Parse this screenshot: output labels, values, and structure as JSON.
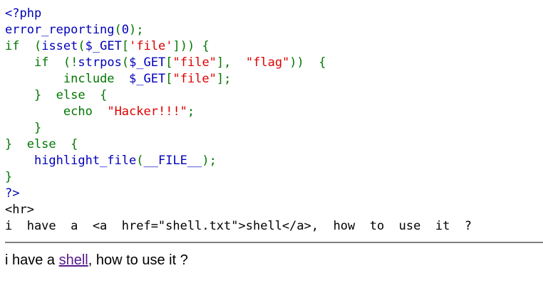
{
  "colors": {
    "default": "#0000BB",
    "keyword": "#007700",
    "string": "#DD0000",
    "html": "#000000",
    "visited_link": "#551A8B",
    "rule": "#808080"
  },
  "code": {
    "l1": "<?php",
    "l2_fn": "error_reporting",
    "l2_paren_open": "(",
    "l2_arg": "0",
    "l2_close": ");",
    "l3_if": "if",
    "l3_open": "  (",
    "l3_fn": "isset",
    "l3_paren": "(",
    "l3_var": "$_GET",
    "l3_br_open": "[",
    "l3_str": "'file'",
    "l3_br_close": "])) ",
    "l3_brace": "{",
    "l4_indent": "    ",
    "l4_if": "if",
    "l4_open": "  (!",
    "l4_fn": "strpos",
    "l4_paren": "(",
    "l4_var": "$_GET",
    "l4_br_open": "[",
    "l4_str1": "\"file\"",
    "l4_br_close": "],  ",
    "l4_str2": "\"flag\"",
    "l4_close": "))  {",
    "l5_indent": "        ",
    "l5_include": "include",
    "l5_sp": "  ",
    "l5_var": "$_GET",
    "l5_br_open": "[",
    "l5_str": "\"file\"",
    "l5_br_close": "];",
    "l6_indent": "    ",
    "l6_close": "}  else  {",
    "l7_indent": "        ",
    "l7_echo": "echo",
    "l7_sp": "  ",
    "l7_str": "\"Hacker!!!\"",
    "l7_semi": ";",
    "l8_indent": "    ",
    "l8_brace": "}",
    "l9_close": "}  else  {",
    "l10_indent": "    ",
    "l10_fn": "highlight_file",
    "l10_paren": "(",
    "l10_const": "__FILE__",
    "l10_close": ");",
    "l11_brace": "}",
    "l12_end": "?>",
    "l13_hr": "<hr>",
    "l14_text": "i  have  a  <a  href=\"shell.txt\">shell</a>,  how  to  use  it  ?"
  },
  "rendered": {
    "prefix": "i have a ",
    "link": "shell",
    "suffix": ", how to use it ?"
  }
}
